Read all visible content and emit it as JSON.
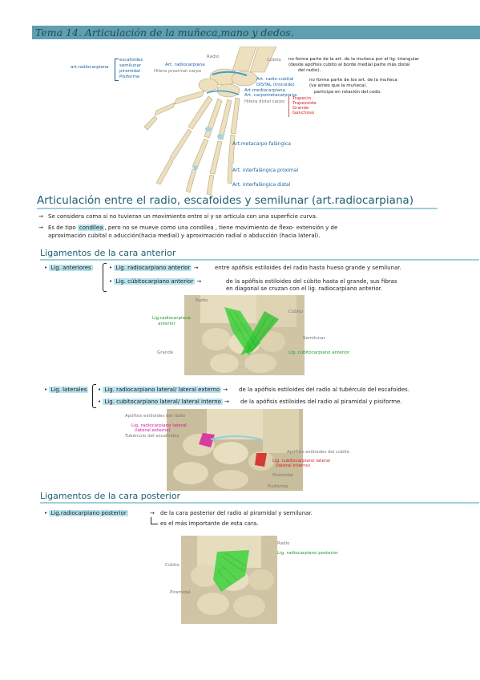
{
  "title": "Tema 14. Articulación de la muñeca,mano y dedos.",
  "top_figure": {
    "bracket_label": "art.radiocarpiana",
    "bracket_items": [
      "escafoides",
      "semilunar",
      "piramidal",
      "Pisiforme"
    ],
    "labels": {
      "radio": "Radio",
      "cubito": "Cúbito",
      "art_radiocarpiana": "Art. radiocarpiana",
      "hilera_proximal": "Hilera proximal carpo",
      "art_radio_cubital": "Art. radio-cubital",
      "distal": "DISTAL (trocoide)",
      "art_mediocarpiana": "Art.mediocarpiana",
      "art_carpometacarpiana": "Art. carpometacarpiana",
      "hilera_distal": "Hilera distal carpo",
      "art_metacarpo_falangica": "Art.metacarpo-falángica",
      "art_interfalangica_proximal": "Art. interfalángica proximal",
      "art_interfalangica_distal": "Art. interfalángica distal"
    },
    "cubito_note": [
      "no forma parte de la art. de la muñeca por el lig. triangular",
      "(desde apófisis cubito al borde medial parte más distal",
      "del radio)."
    ],
    "radio_cubital_note": [
      "no forma parte de los art. de la muñeca",
      "(va antes que la muñeca)."
    ],
    "carpo_note": "participa en rotación del codo.",
    "distal_row": [
      "Trapecio",
      "Trapezoide",
      "Grande",
      "Ganchoso"
    ]
  },
  "section1": {
    "heading": "Articulación entre el radio, escafoides y semilunar (art.radiocarpiana)",
    "bullet1": "Se considera como si no tuvieran un movimiento entre sí y se articula con una superficie curva.",
    "bullet2_a": "Es de tipo",
    "bullet2_hl": "condílea",
    "bullet2_b": ", pero no se mueve como una condílea , tiene movimiento de flexo- extensión y de",
    "bullet2_line2": "aproximación cubital o aducción(hacia medial) y aproximación radial o abducción (hacia lateral)."
  },
  "anterior": {
    "heading": "Ligamentos de la cara anterior",
    "group_label": "Lig. anteriores",
    "lig1": "Lig. radiocarpiano anterior",
    "lig1_desc": "entre apófisis estiloides del radio hasta hueso grande y semilunar.",
    "lig2": "Lig. cúbitocarpiano anterior",
    "lig2_desc1": "de la apófisis estiloides del cúbito hasta el grande, sus fibras",
    "lig2_desc2": "en diagonal se cruzan con el lig. radiocarpiano anterior.",
    "fig_labels": {
      "radio": "Radio",
      "cubito": "Cúbito",
      "lig_radio1": "Lig.radiocarpiano",
      "lig_radio2": "anterior",
      "semilunar": "Semilunar",
      "grande": "Grande",
      "lig_cubito": "Lig. cúbitocarpiano anterior"
    }
  },
  "laterales": {
    "group_label": "Lig. laterales",
    "lig1": "Lig. radiocarpiano lateral/ lateral externo",
    "lig1_desc": "de la apófisis estiloides del radio al tubérculo del escafoides.",
    "lig2": "Lig. cubitocarpiano lateral/ lateral interno",
    "lig2_desc": "de la apófisis estiloides del radio al piramidal y pisiforme.",
    "fig_labels": {
      "apofisis_radio": "Apófisis estiloides del radio",
      "lig_lat1": "Lig. radiocarpiano lateral",
      "lig_lat2": "(lateral externo)",
      "tuberculo": "Tubérculo del escafoides",
      "apofisis_cubito": "Apófisis estiloides del cúbito",
      "lig_cub1": "Lig. cubitocarpiano lateral",
      "lig_cub2": "(lateral interno)",
      "piramidal": "Piramidal",
      "pisiforme": "Pisiforme"
    }
  },
  "posterior": {
    "heading": "Ligamentos de la cara posterior",
    "lig": "Lig.radiocarpiano posterior",
    "desc1": "de la cara posterior del radio al piramidal y semilunar.",
    "desc2": "es el más importante de esta cara.",
    "fig_labels": {
      "radio": "Radio",
      "lig": "Lig. radiocarpiano posterior",
      "cubito": "Cúbito",
      "piramidal": "Piramidal"
    }
  },
  "colors": {
    "title_bar": "#5f9fb0",
    "highlight": "#b9e3ee",
    "ligament_green": "#3cd23c",
    "accent_blue": "#1e64a0",
    "bone": "#e8dcb8"
  }
}
